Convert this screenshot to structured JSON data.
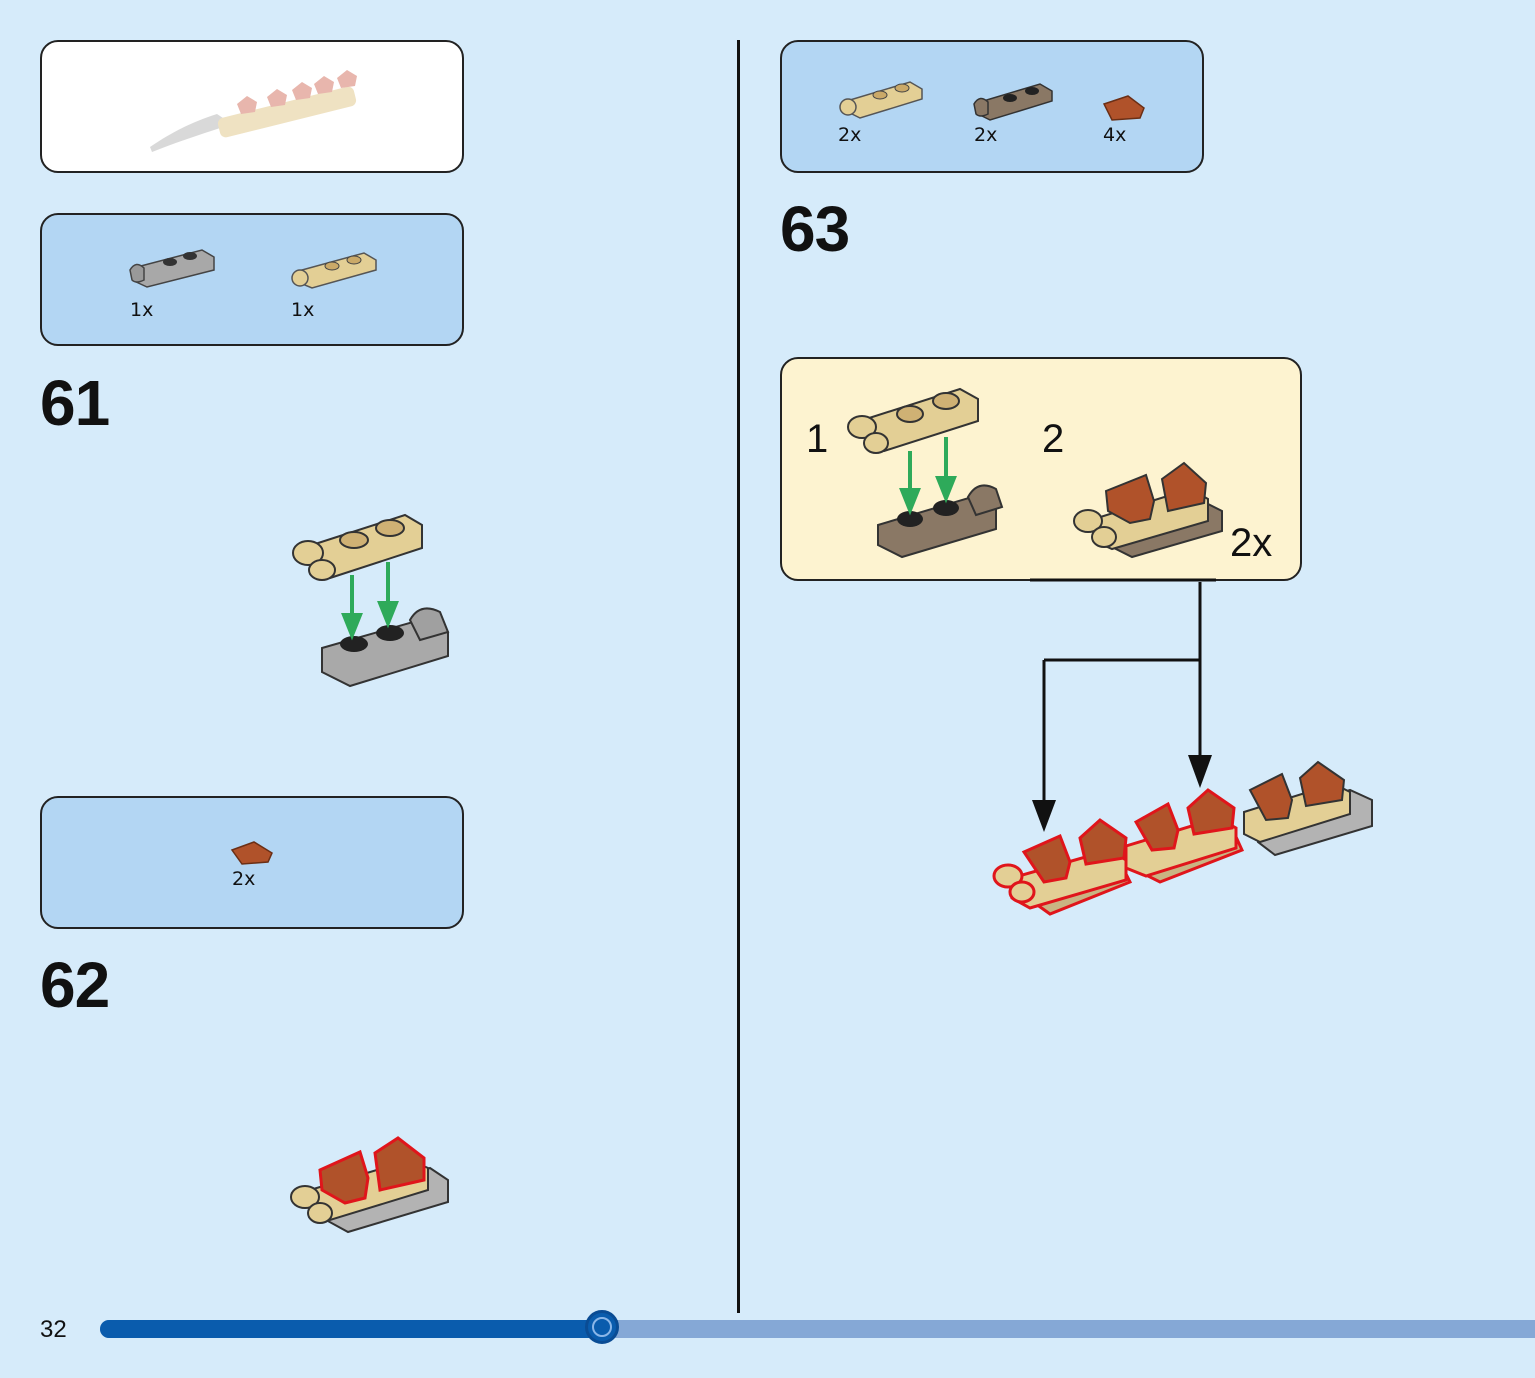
{
  "page": {
    "number": "32",
    "progress": 0.35
  },
  "steps": [
    {
      "number": "61",
      "parts": [
        {
          "qty": "1x",
          "color": "#9a9a9a",
          "icon": "gray-clip-plate-icon"
        },
        {
          "qty": "1x",
          "color": "#e3cf95",
          "icon": "tan-handle-plate-icon"
        }
      ]
    },
    {
      "number": "62",
      "parts": [
        {
          "qty": "2x",
          "color": "#b0522a",
          "icon": "brown-tile-icon"
        }
      ]
    },
    {
      "number": "63",
      "parts": [
        {
          "qty": "2x",
          "color": "#e3cf95",
          "icon": "tan-handle-plate-icon"
        },
        {
          "qty": "2x",
          "color": "#8a7865",
          "icon": "dark-tan-clip-plate-icon"
        },
        {
          "qty": "4x",
          "color": "#b0522a",
          "icon": "brown-tile-icon"
        }
      ],
      "substeps": [
        {
          "number": "1"
        },
        {
          "number": "2"
        }
      ],
      "multiplier": "2x"
    }
  ],
  "colors": {
    "background": "#d6ebfa",
    "parts_panel": "#b3d6f3",
    "substep_panel": "#fdf3d0",
    "progress": "#0a5cad",
    "progress_track": "#85a8d6",
    "arrow_green": "#2eaa5a",
    "highlight_red": "#e0151b"
  }
}
